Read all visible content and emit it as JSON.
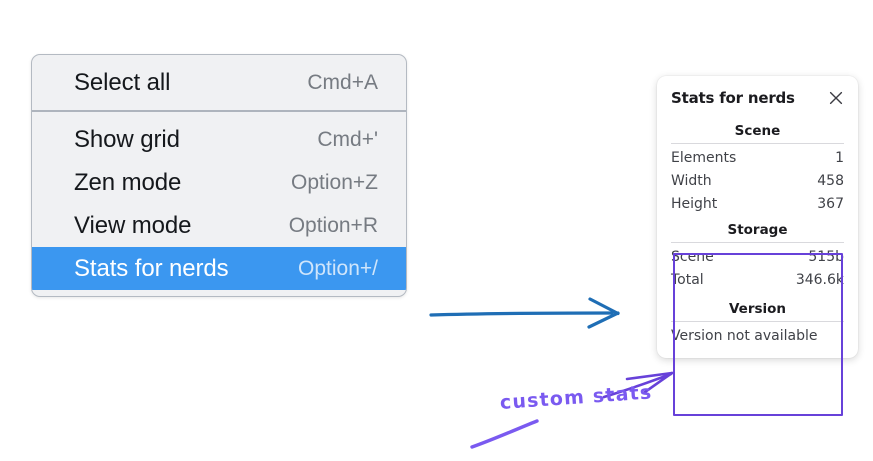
{
  "context_menu": {
    "sections": [
      {
        "items": [
          {
            "label": "Select all",
            "shortcut": "Cmd+A",
            "selected": false
          }
        ]
      },
      {
        "items": [
          {
            "label": "Show grid",
            "shortcut": "Cmd+'",
            "selected": false
          },
          {
            "label": "Zen mode",
            "shortcut": "Option+Z",
            "selected": false
          },
          {
            "label": "View mode",
            "shortcut": "Option+R",
            "selected": false
          },
          {
            "label": "Stats for nerds",
            "shortcut": "Option+/",
            "selected": true
          }
        ]
      }
    ],
    "highlight_color": "#3b97f0",
    "background_color": "#f0f1f3"
  },
  "stats_panel": {
    "title": "Stats for nerds",
    "close_icon": "close-icon",
    "groups": [
      {
        "heading": "Scene",
        "rows": [
          {
            "key": "Elements",
            "value": "1"
          },
          {
            "key": "Width",
            "value": "458"
          },
          {
            "key": "Height",
            "value": "367"
          }
        ]
      },
      {
        "heading": "Storage",
        "rows": [
          {
            "key": "Scene",
            "value": "515b"
          },
          {
            "key": "Total",
            "value": "346.6k"
          }
        ]
      },
      {
        "heading": "Version",
        "note": "Version not available"
      }
    ]
  },
  "annotations": {
    "custom_stats_label": "custom stats",
    "blue_arrow_color": "#1f6eb5",
    "purple_color": "#6741d9",
    "highlight_outline_color": "#6741d9"
  }
}
